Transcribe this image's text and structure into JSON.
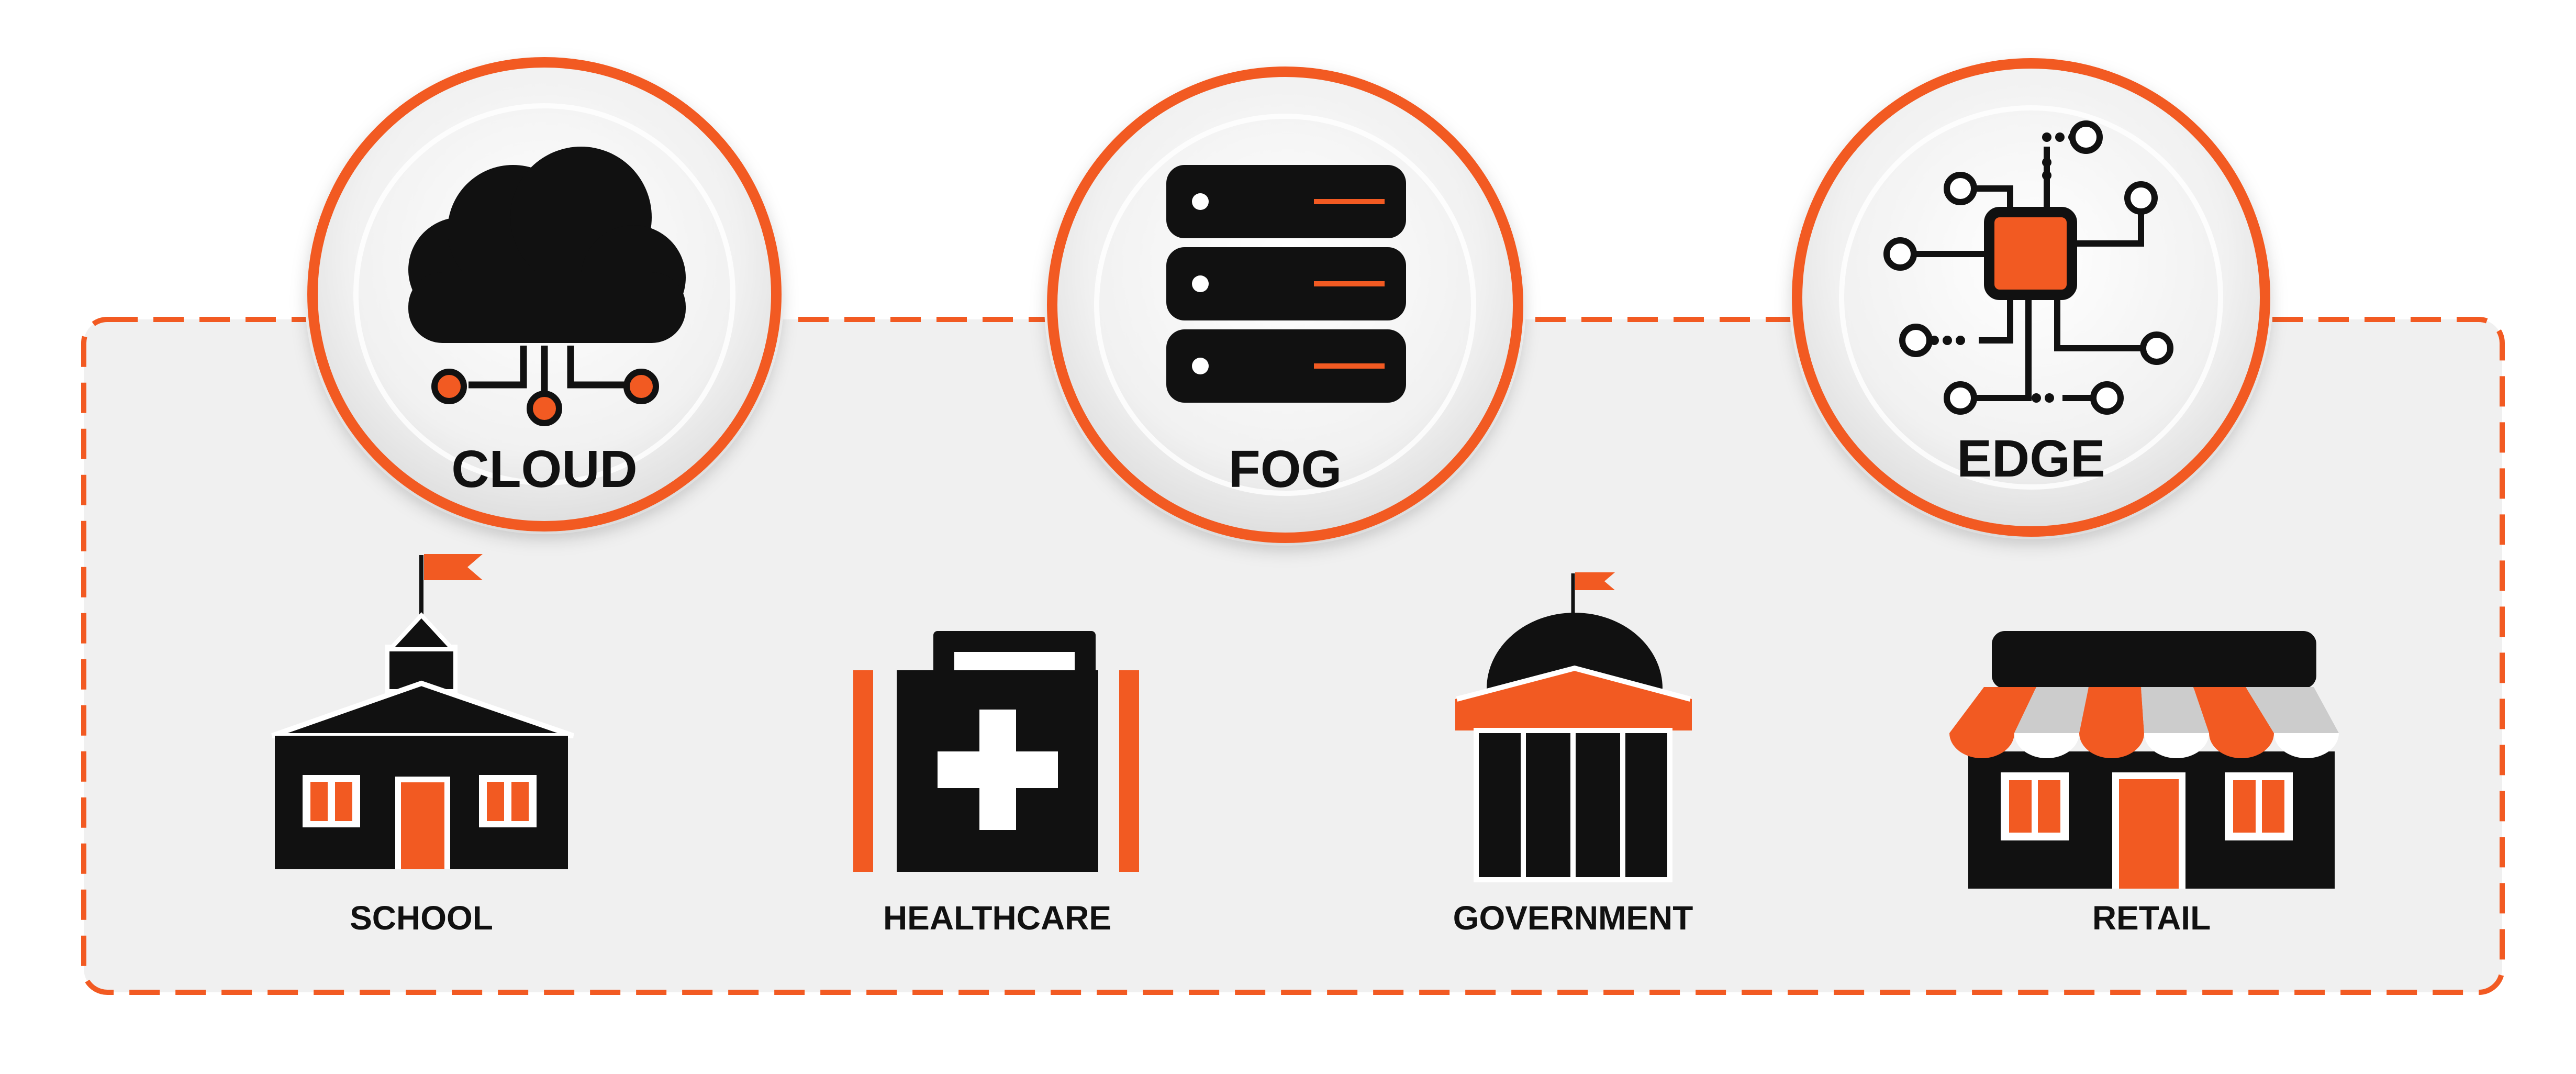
{
  "colors": {
    "accent": "#F25A22",
    "ink": "#111111",
    "panel": "#F0F0F0",
    "awning_light": "#CCCCCC"
  },
  "tiers": [
    {
      "key": "cloud",
      "label": "CLOUD",
      "icon": "cloud-network-icon"
    },
    {
      "key": "fog",
      "label": "FOG",
      "icon": "server-stack-icon"
    },
    {
      "key": "edge",
      "label": "EDGE",
      "icon": "chip-circuit-icon"
    }
  ],
  "sectors": [
    {
      "key": "school",
      "label": "SCHOOL",
      "icon": "school-building-icon"
    },
    {
      "key": "healthcare",
      "label": "HEALTHCARE",
      "icon": "medical-kit-icon"
    },
    {
      "key": "government",
      "label": "GOVERNMENT",
      "icon": "capitol-building-icon"
    },
    {
      "key": "retail",
      "label": "RETAIL",
      "icon": "storefront-icon"
    }
  ]
}
